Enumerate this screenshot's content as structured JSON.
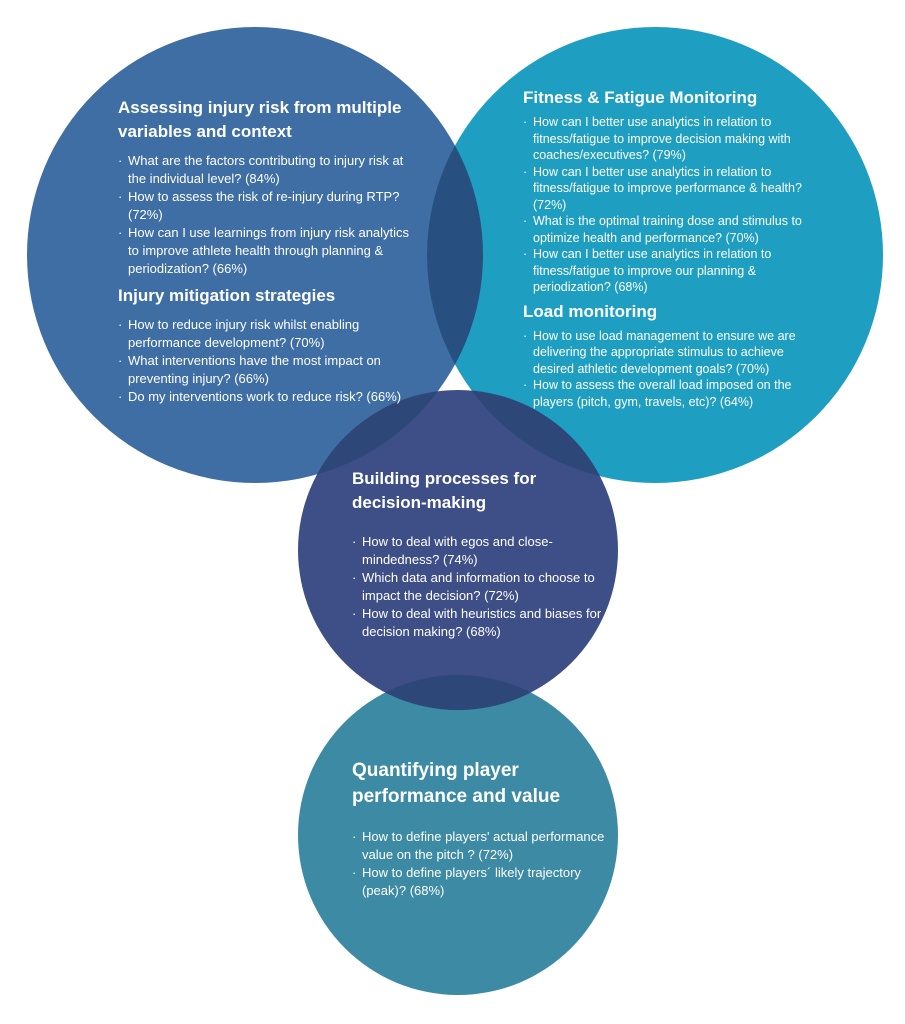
{
  "colors": {
    "top_left": "#3e6ea3",
    "top_right": "#1e9ec0",
    "middle": "#3e4e86",
    "bottom": "#3d8aa4",
    "overlap_top": "#274f80",
    "overlap_mid": "#2a4775"
  },
  "top_left": {
    "section1": {
      "heading": "Assessing injury risk from multiple variables and context",
      "items": [
        "What are the factors contributing to injury risk at the individual level? (84%)",
        "How to assess the risk of re-injury during RTP? (72%)",
        "How can I use learnings from injury risk analytics to improve athlete health through planning & periodization? (66%)"
      ]
    },
    "section2": {
      "heading": "Injury mitigation strategies",
      "items": [
        "How to reduce injury risk whilst enabling performance development? (70%)",
        "What interventions have the most impact on preventing injury? (66%)",
        "Do my interventions work to reduce risk? (66%)"
      ]
    }
  },
  "top_right": {
    "section1": {
      "heading": "Fitness & Fatigue Monitoring",
      "items": [
        "How can I better use analytics in relation to fitness/fatigue to improve decision making with coaches/executives? (79%)",
        "How can I better use analytics in relation to fitness/fatigue to improve performance & health?  (72%)",
        "What is the optimal training dose and stimulus to optimize health and performance? (70%)",
        "How can I better use analytics in relation to fitness/fatigue to improve our planning & periodization? (68%)"
      ]
    },
    "section2": {
      "heading": "Load monitoring",
      "items": [
        "How to use load management to ensure we are delivering the appropriate stimulus to achieve desired athletic development goals? (70%)",
        "How to assess the overall load imposed on the players (pitch, gym, travels, etc)? (64%)"
      ]
    }
  },
  "middle": {
    "heading": "Building processes for decision-making",
    "items": [
      "How to deal with egos and close-mindedness? (74%)",
      "Which data and information to choose to impact the decision? (72%)",
      "How to deal with heuristics and biases for decision making? (68%)"
    ]
  },
  "bottom": {
    "heading": "Quantifying player performance and value",
    "items": [
      "How to define players' actual performance value on the pitch ? (72%)",
      "How to define players´ likely trajectory (peak)? (68%)"
    ]
  }
}
